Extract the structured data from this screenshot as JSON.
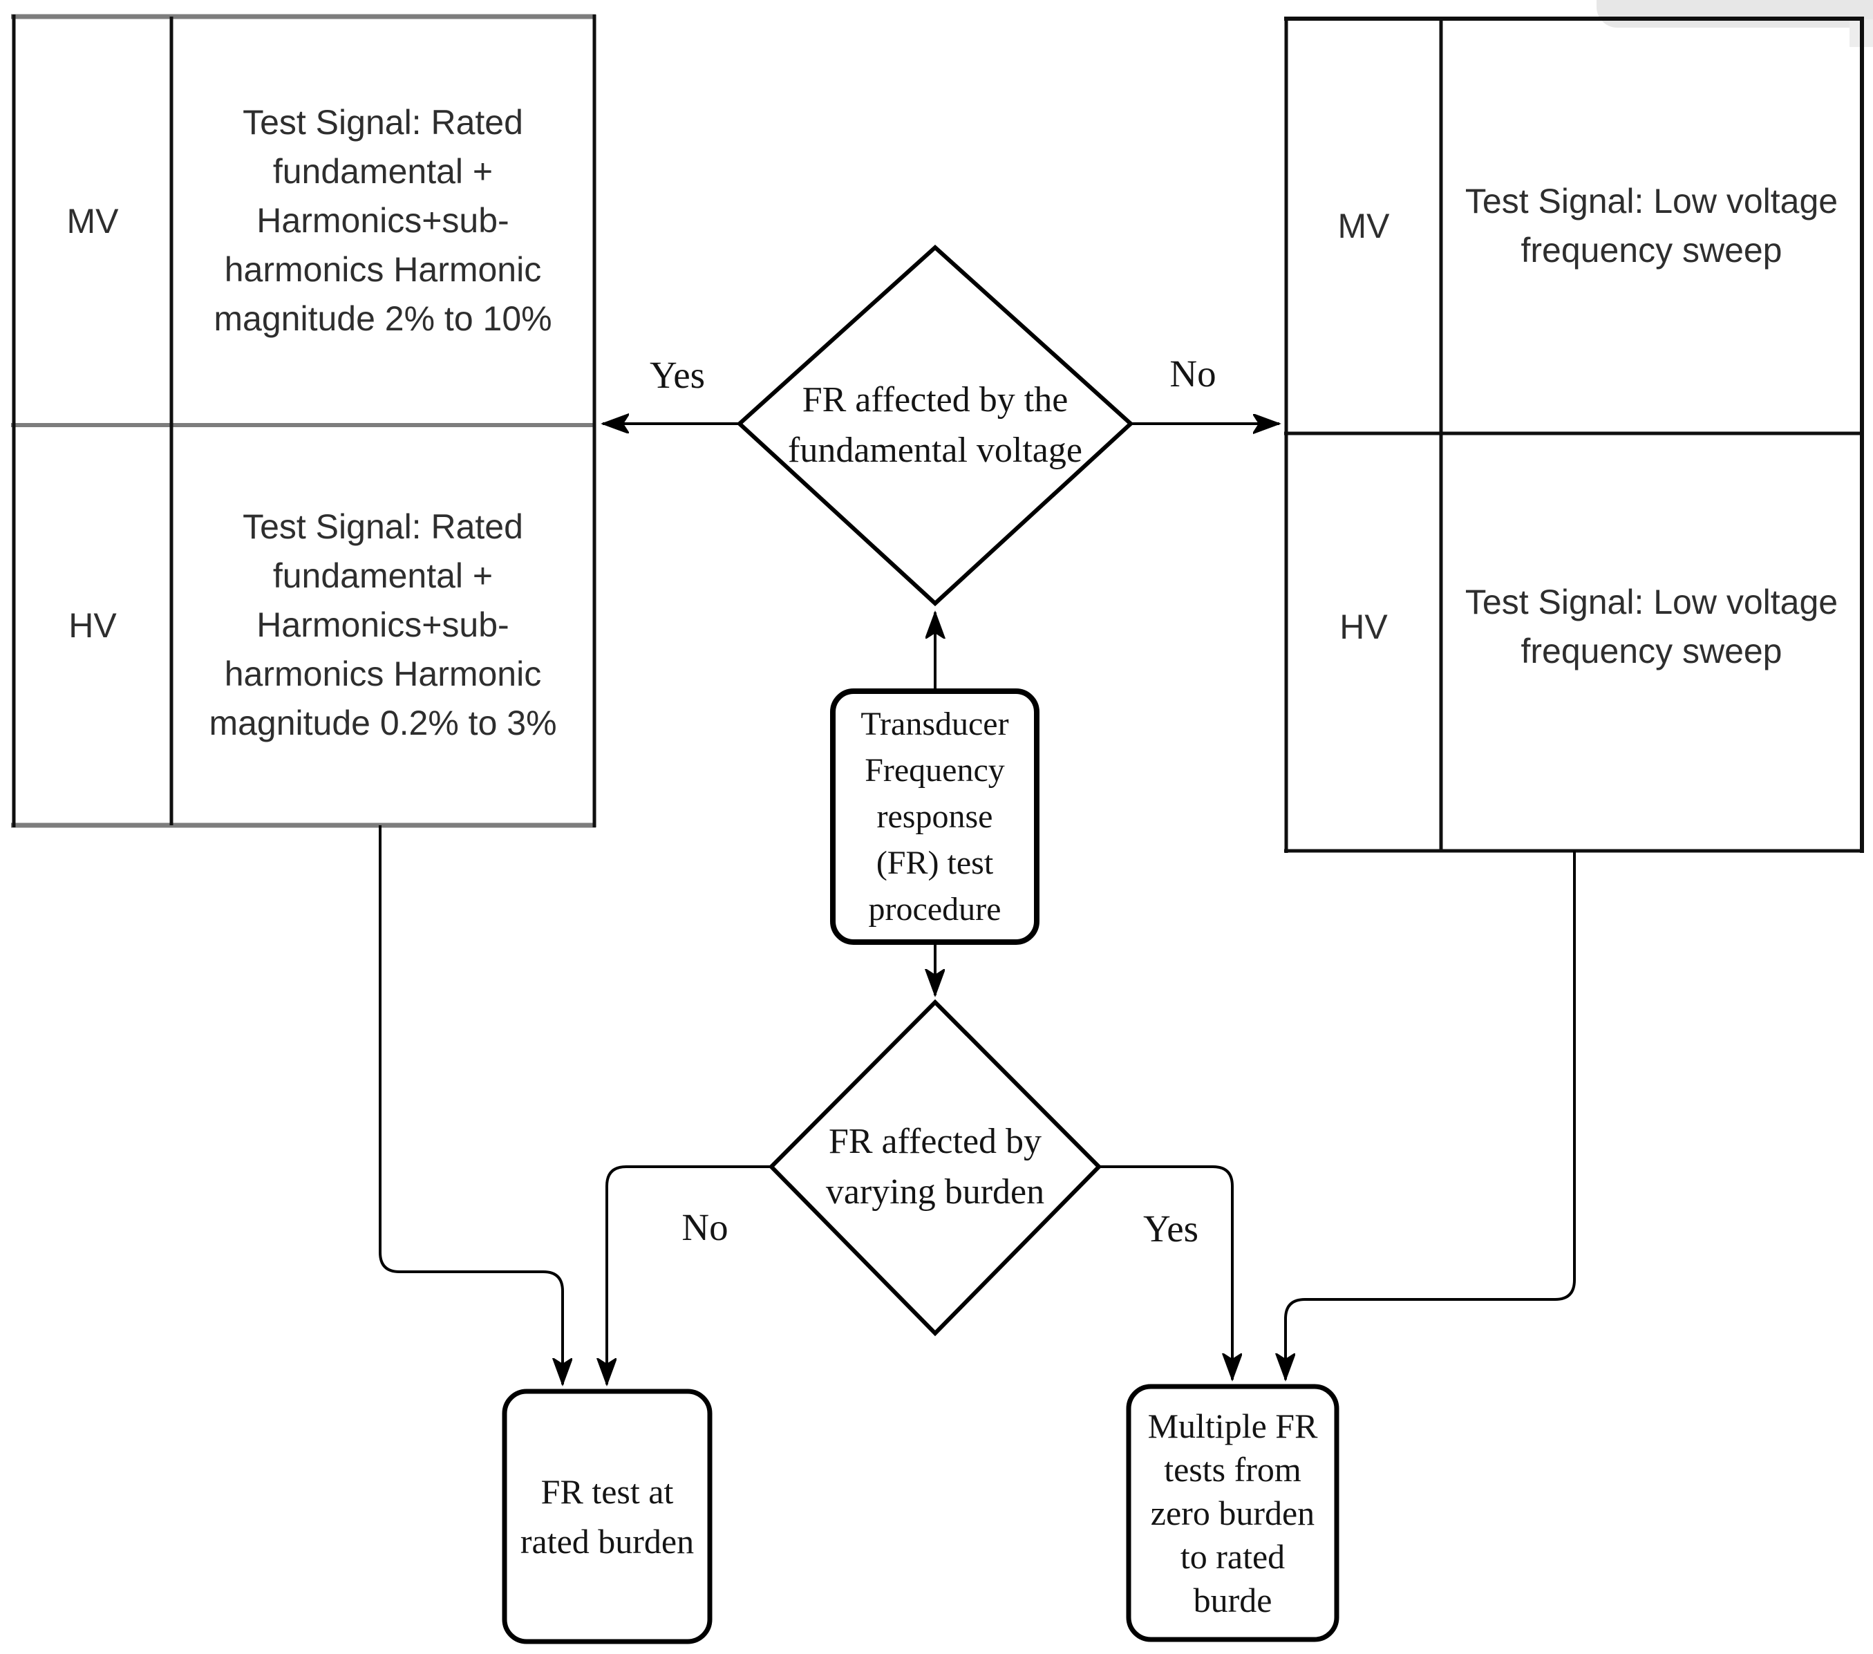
{
  "colors": {
    "line_black": "#000000",
    "table_gray_border": "#7d7d7d",
    "artifact_gray": "#e7e7e7",
    "text_dark": "#141414",
    "text_table": "#2e2e2e"
  },
  "flowchart": {
    "start": {
      "text": "Transducer\nFrequency\nresponse\n(FR) test\nprocedure"
    },
    "decision_fundamental": {
      "text": "FR affected by the\nfundamental voltage",
      "yes": "Yes",
      "no": "No"
    },
    "decision_burden": {
      "text": "FR affected by\nvarying burden",
      "no": "No",
      "yes": "Yes"
    },
    "left_table": {
      "rows": [
        {
          "level": "MV",
          "signal": "Test Signal: Rated\nfundamental +\nHarmonics+sub-\nharmonics Harmonic\nmagnitude 2% to 10%"
        },
        {
          "level": "HV",
          "signal": "Test Signal: Rated\nfundamental +\nHarmonics+sub-\nharmonics Harmonic\nmagnitude 0.2% to 3%"
        }
      ]
    },
    "right_table": {
      "rows": [
        {
          "level": "MV",
          "signal": "Test Signal: Low voltage\nfrequency sweep"
        },
        {
          "level": "HV",
          "signal": "Test Signal: Low voltage\nfrequency sweep"
        }
      ]
    },
    "outcome_rated_burden": {
      "text": "FR test at\nrated burden"
    },
    "outcome_multiple": {
      "text": "Multiple FR\ntests from\nzero burden\nto rated\nburde"
    }
  }
}
